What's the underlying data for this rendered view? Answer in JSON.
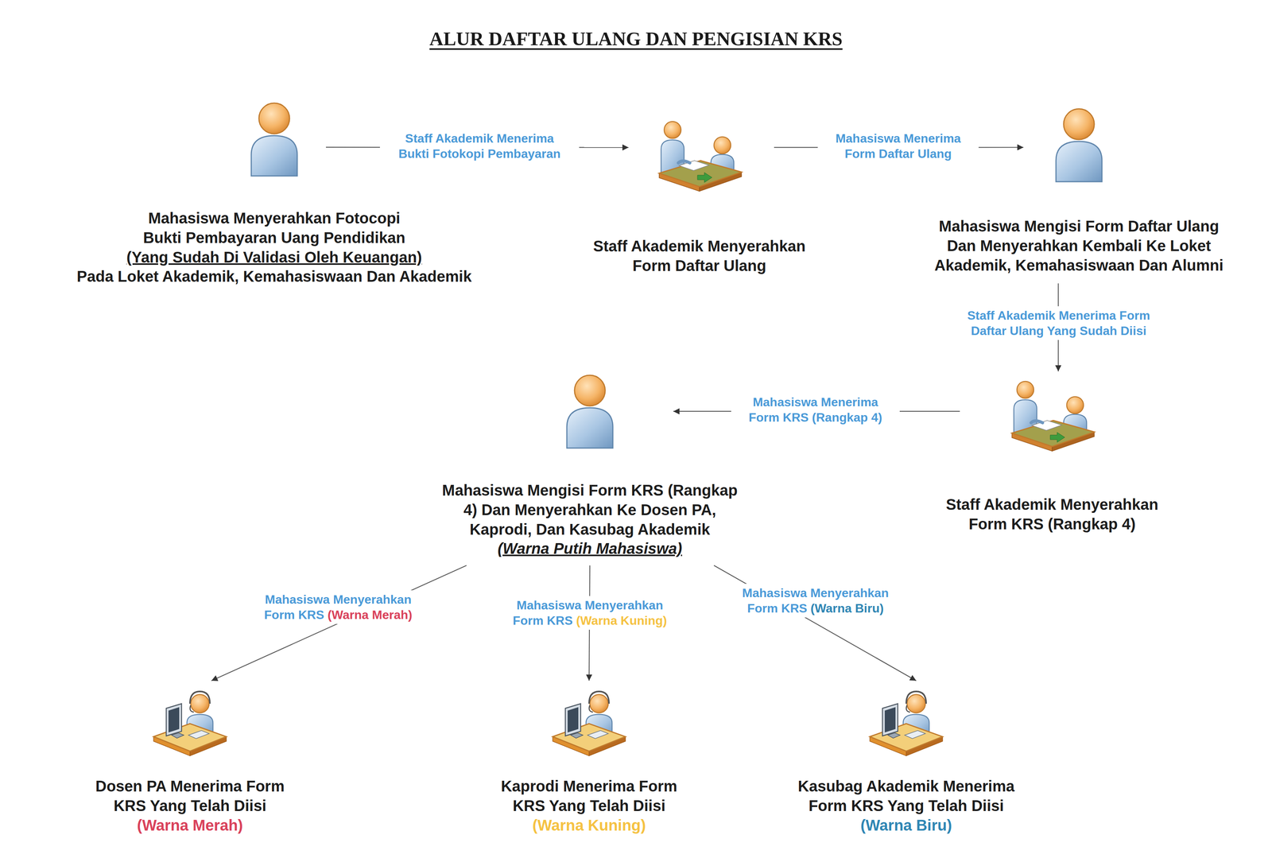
{
  "diagram": {
    "title": "ALUR DAFTAR ULANG DAN PENGISIAN KRS",
    "nodes": [
      {
        "text": [
          "Mahasiswa Menyerahkan Fotocopi Bukti Pembayaran Uang Pendidikan",
          "(Yang Sudah Di Validasi Oleh Keuangan)",
          "Pada Loket Akademik, Kemahasiswaan Dan Akademik"
        ]
      },
      {
        "text": [
          "Staff Akademik Menyerahkan Form Daftar Ulang"
        ]
      },
      {
        "text": [
          "Mahasiswa Mengisi Form Daftar Ulang Dan Menyerahkan Kembali Ke Loket Akademik, Kemahasiswaan Dan Alumni"
        ]
      },
      {
        "text": [
          "Mahasiswa Mengisi Form KRS (Rangkap 4) Dan Menyerahkan Ke Dosen PA, Kaprodi, Dan Kasubag Akademik",
          "(Warna Putih Mahasiswa)"
        ]
      },
      {
        "text": [
          "Staff Akademik Menyerahkan Form KRS (Rangkap 4)"
        ]
      },
      {
        "text": [
          "Dosen PA Menerima Form KRS Yang Telah Diisi",
          "(Warna Merah)"
        ]
      },
      {
        "text": [
          "Kaprodi Menerima Form KRS Yang Telah Diisi",
          "(Warna Kuning)"
        ]
      },
      {
        "text": [
          "Kasubag Akademik Menerima Form KRS Yang Telah Diisi",
          "(Warna Biru)"
        ]
      }
    ],
    "edges": [
      {
        "from": 0,
        "to": 1,
        "label": "Staff Akademik Menerima Bukti Fotokopi Pembayaran",
        "arrow": "to"
      },
      {
        "from": 1,
        "to": 2,
        "label": "Mahasiswa Menerima Form Daftar Ulang",
        "arrow": "to"
      },
      {
        "from": 2,
        "to": 4,
        "label": "Staff Akademik Menerima Form Daftar Ulang Yang Sudah Diisi",
        "arrow": "to"
      },
      {
        "from": 4,
        "to": 3,
        "label": "Mahasiswa Menerima Form KRS (Rangkap 4)",
        "arrow": "to"
      },
      {
        "from": 3,
        "to": 5,
        "label": "Mahasiswa Menyerahkan Form KRS (Warna Merah)",
        "arrow": "to"
      },
      {
        "from": 3,
        "to": 6,
        "label": "Mahasiswa Menyerahkan Form KRS (Warna Kuning)",
        "arrow": "to"
      },
      {
        "from": 3,
        "to": 7,
        "label": "Mahasiswa Menyerahkan Form KRS (Warna Biru)",
        "arrow": "to"
      }
    ]
  }
}
